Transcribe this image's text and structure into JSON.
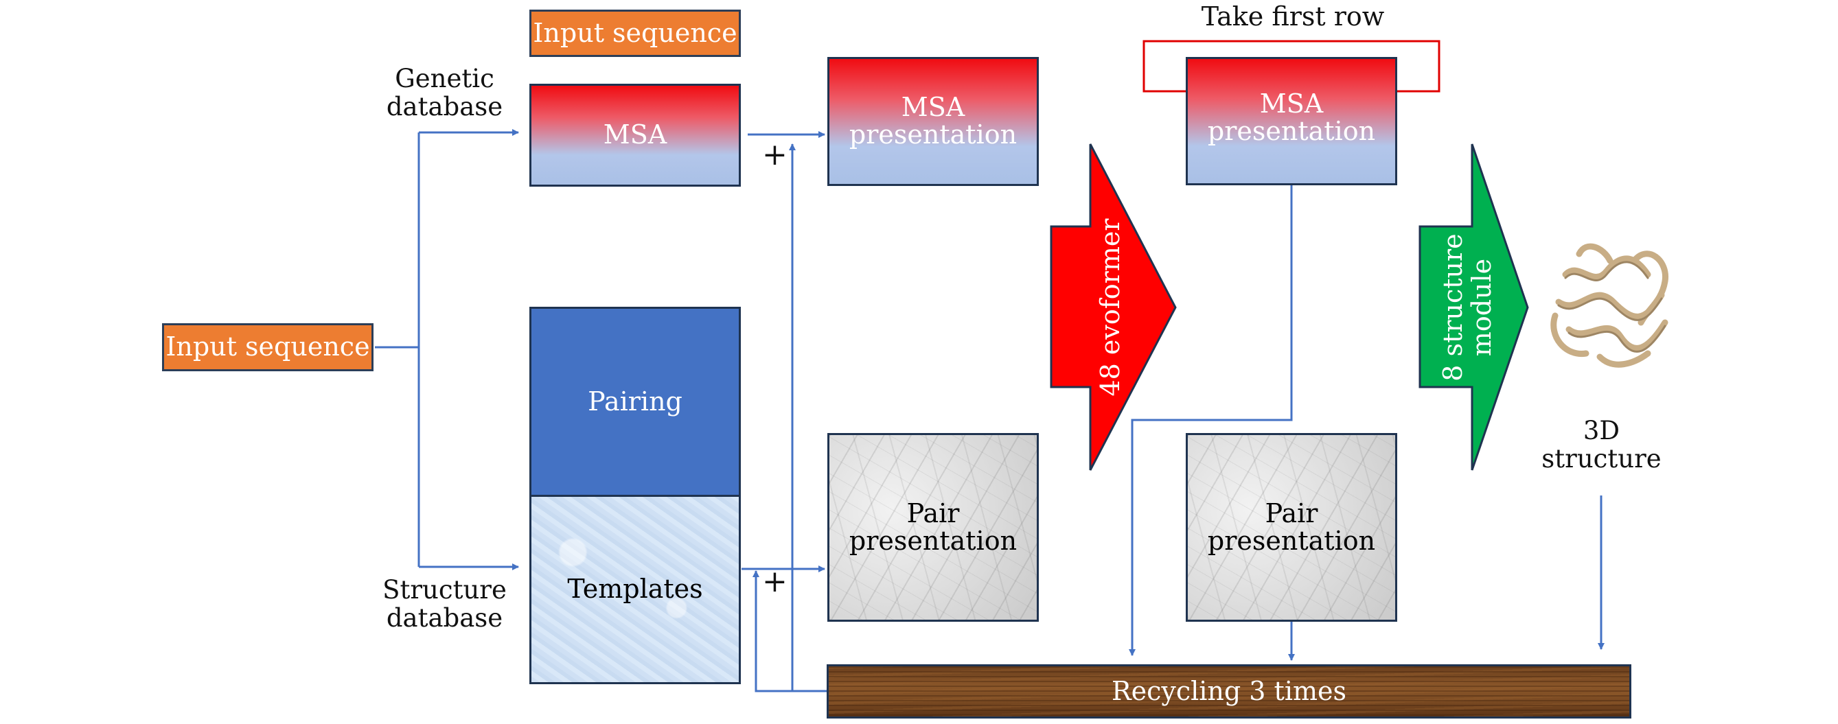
{
  "input_top": "Input sequence",
  "input_left": "Input sequence",
  "genetic_database": [
    "Genetic",
    "database"
  ],
  "structure_database": [
    "Structure",
    "database"
  ],
  "msa": "MSA",
  "pairing": "Pairing",
  "templates": "Templates",
  "msa_presentation": [
    "MSA",
    "presentation"
  ],
  "pair_presentation": [
    "Pair",
    "presentation"
  ],
  "take_first_row": "Take first row",
  "evoformer": "48 evoformer",
  "structure_module": [
    "8 structure",
    "module"
  ],
  "structure_3d": [
    "3D",
    "structure"
  ],
  "recycling": "Recycling 3 times",
  "plus": "+",
  "colors": {
    "arrow_line": "#4472c4",
    "evoformer_fill": "#ff0000",
    "structure_fill": "#00b050",
    "highlight_box": "#e00000",
    "orange": "#ed7d31"
  }
}
